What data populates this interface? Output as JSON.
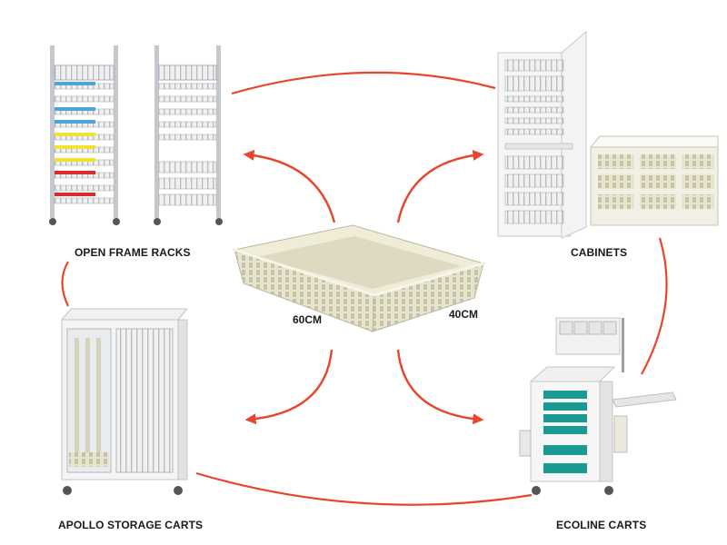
{
  "diagram": {
    "center": {
      "name": "storage basket",
      "dim_length": "60CM",
      "dim_width": "40CM"
    },
    "products": [
      {
        "id": "open-frame-racks",
        "label": "OPEN FRAME RACKS"
      },
      {
        "id": "cabinets",
        "label": "CABINETS"
      },
      {
        "id": "apollo-storage-carts",
        "label": "APOLLO STORAGE CARTS"
      },
      {
        "id": "ecoline-carts",
        "label": "ECOLINE CARTS"
      }
    ],
    "colors": {
      "arrow": "#e8452c",
      "basket": "#e8e5cf",
      "basket_shade": "#cfcbb2",
      "frame": "#c9ccd0",
      "cabinet": "#f4f4f4",
      "blue": "#4fa3d9",
      "yellow": "#f2e233",
      "red": "#d92b2b",
      "teal": "#1b9a94"
    }
  }
}
